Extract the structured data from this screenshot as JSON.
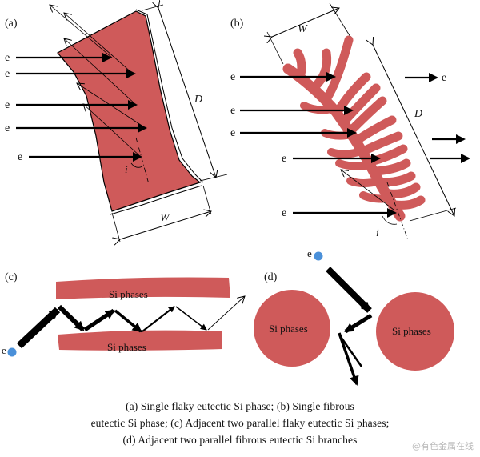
{
  "panels": {
    "a": {
      "label": "(a)",
      "e_label": "e",
      "dim_D": "D",
      "dim_W": "W",
      "angle": "i"
    },
    "b": {
      "label": "(b)",
      "e_label": "e",
      "dim_D": "D",
      "dim_W": "W",
      "angle": "i"
    },
    "c": {
      "label": "(c)",
      "e_label": "e",
      "phase_top": "Si phases",
      "phase_bottom": "Si phases"
    },
    "d": {
      "label": "(d)",
      "e_label": "e",
      "phase_left": "Si phases",
      "phase_right": "Si phases"
    }
  },
  "caption": {
    "line1": "(a) Single flaky eutectic Si phase; (b) Single fibrous",
    "line2": "eutectic Si phase; (c) Adjacent two parallel flaky eutectic Si phases;",
    "line3": "(d) Adjacent two parallel fibrous eutectic Si branches"
  },
  "watermark": "@有色金属在线",
  "colors": {
    "si_phase": "#cf5a5a",
    "electron": "#4a90d9",
    "arrow": "#000000"
  }
}
